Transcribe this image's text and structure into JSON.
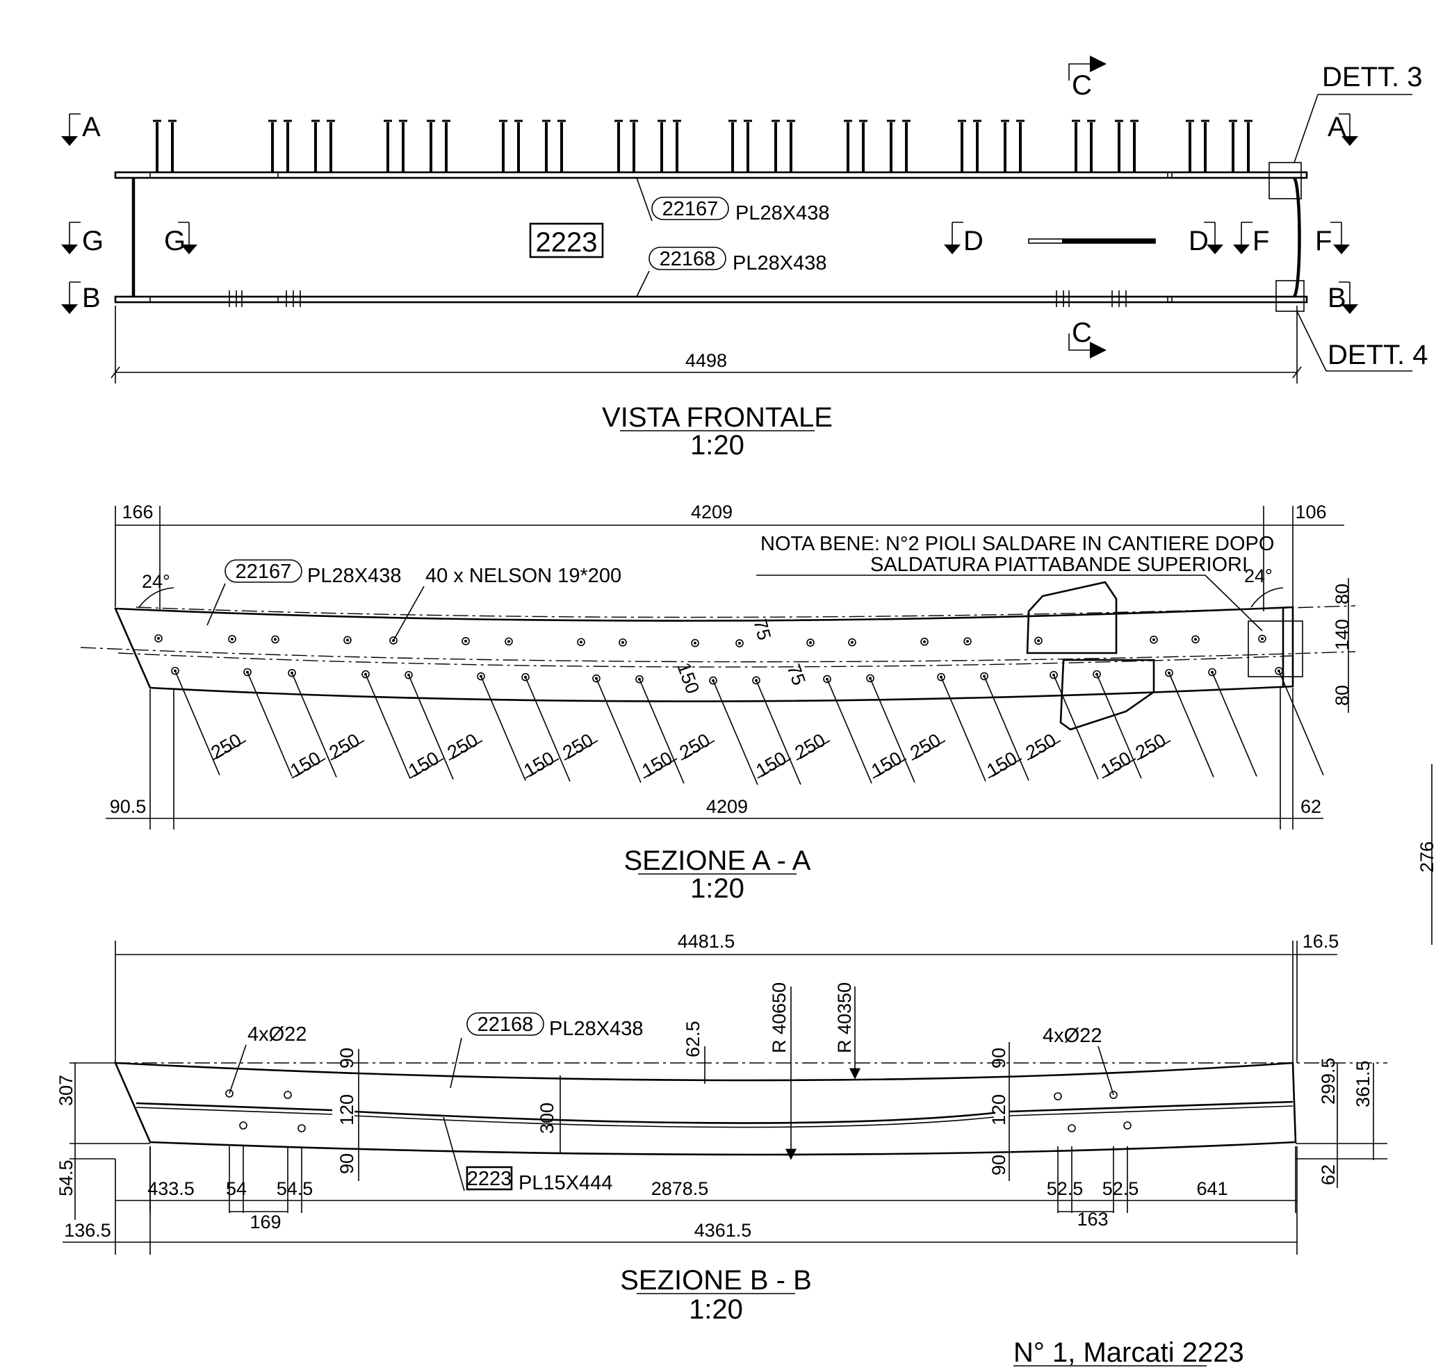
{
  "front_view": {
    "title": "VISTA FRONTALE",
    "scale": "1:20",
    "mark": "2223",
    "top_flange": {
      "ref": "22167",
      "spec": "PL28X438"
    },
    "bottom_flange": {
      "ref": "22168",
      "spec": "PL28X438"
    },
    "overall_length": "4498",
    "detail_top": "DETT. 3",
    "detail_bottom": "DETT. 4",
    "section_marks": [
      "A",
      "A",
      "B",
      "B",
      "G",
      "G",
      "D",
      "D",
      "F",
      "F",
      "C",
      "C"
    ]
  },
  "section_aa": {
    "title": "SEZIONE A - A",
    "scale": "1:20",
    "flange": {
      "ref": "22167",
      "spec": "PL28X438"
    },
    "studs": "40 x NELSON 19*200",
    "note_line1": "NOTA BENE: N°2 PIOLI SALDARE IN CANTIERE DOPO",
    "note_line2": "SALDATURA PIATTABANDE SUPERIORI",
    "angle_left": "24°",
    "angle_right": "24°",
    "top_dims": [
      "166",
      "4209",
      "106"
    ],
    "bottom_dims": [
      "90.5",
      "4209",
      "62"
    ],
    "right_dims": [
      "80",
      "140",
      "80"
    ],
    "pitch_dims": [
      "75",
      "150",
      "75"
    ],
    "spacing_dims": [
      "250",
      "150",
      "250",
      "150",
      "250",
      "150",
      "250",
      "150",
      "250",
      "150",
      "250",
      "150",
      "250",
      "150",
      "250",
      "150",
      "250"
    ]
  },
  "section_bb": {
    "title": "SEZIONE B - B",
    "scale": "1:20",
    "flange": {
      "ref": "22168",
      "spec": "PL28X438"
    },
    "web": {
      "ref": "2223",
      "spec": "PL15X444"
    },
    "holes_left": "4xØ22",
    "holes_right": "4xØ22",
    "radius_1": "R 40650",
    "radius_2": "R 40350",
    "top_dims": [
      "4481.5",
      "16.5"
    ],
    "left_dims": [
      "307",
      "54.5"
    ],
    "right_dims": [
      "299.5",
      "361.5",
      "62"
    ],
    "vertical_dims": [
      "62.5",
      "90",
      "120",
      "90",
      "300",
      "90",
      "120",
      "90"
    ],
    "bottom_row": [
      "433.5",
      "54",
      "54.5",
      "2878.5",
      "52.5",
      "52.5",
      "641"
    ],
    "bottom_sub": [
      "169",
      "163"
    ],
    "overall": [
      "136.5",
      "4361.5"
    ]
  },
  "sheet_edge": {
    "cut_value": "276"
  },
  "footer": {
    "count_label": "N° 1, Marcati 2223"
  }
}
